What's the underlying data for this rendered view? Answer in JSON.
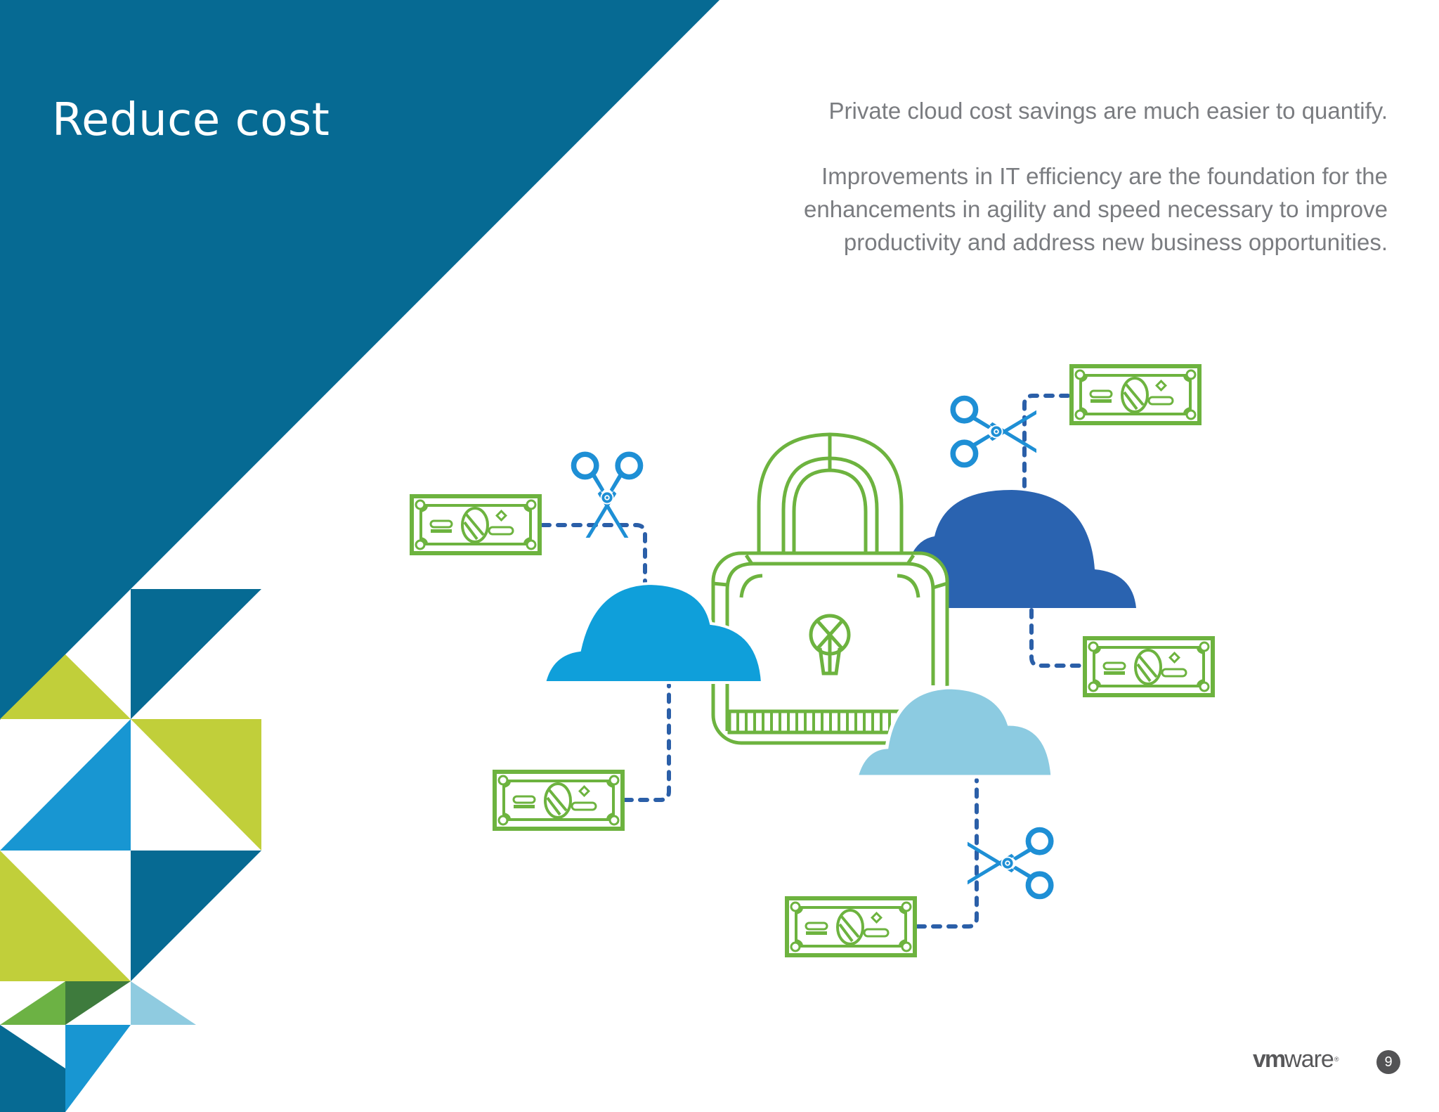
{
  "page": {
    "title": "Reduce cost",
    "paragraphs": [
      "Private cloud cost savings are much easier to quantify.",
      "Improvements in IT efficiency are the foundation for the enhancements in agility and speed necessary to improve productivity and address new business opportunities."
    ],
    "page_number": "9"
  },
  "footer": {
    "logo_bold": "vm",
    "logo_regular": "ware",
    "logo_mark": "®"
  },
  "illustration": {
    "description": "Padlock surrounded by three clouds; scissors cutting dotted lines connecting clouds to dollar bills",
    "elements": [
      "padlock-icon",
      "cloud-icon",
      "cloud-icon",
      "cloud-icon",
      "dollar-bill-icon",
      "dollar-bill-icon",
      "dollar-bill-icon",
      "dollar-bill-icon",
      "dollar-bill-icon",
      "scissors-icon",
      "scissors-icon",
      "scissors-icon"
    ]
  },
  "colors": {
    "dark_blue": "#066a93",
    "lime": "#c1cf3a",
    "bright_blue": "#1896d2",
    "light_blue": "#8fcbe0",
    "green": "#6cb244",
    "dark_green": "#3e7b3d",
    "cloud_blue": "#0f9fda",
    "cloud_navy": "#2a63b0",
    "cloud_light": "#8ccbe1",
    "money_green": "#6db33f",
    "scissors_blue": "#1e8fd5",
    "dotted_line": "#2b5fa8",
    "text_gray": "#7a7c80",
    "logo_gray": "#58585a"
  }
}
